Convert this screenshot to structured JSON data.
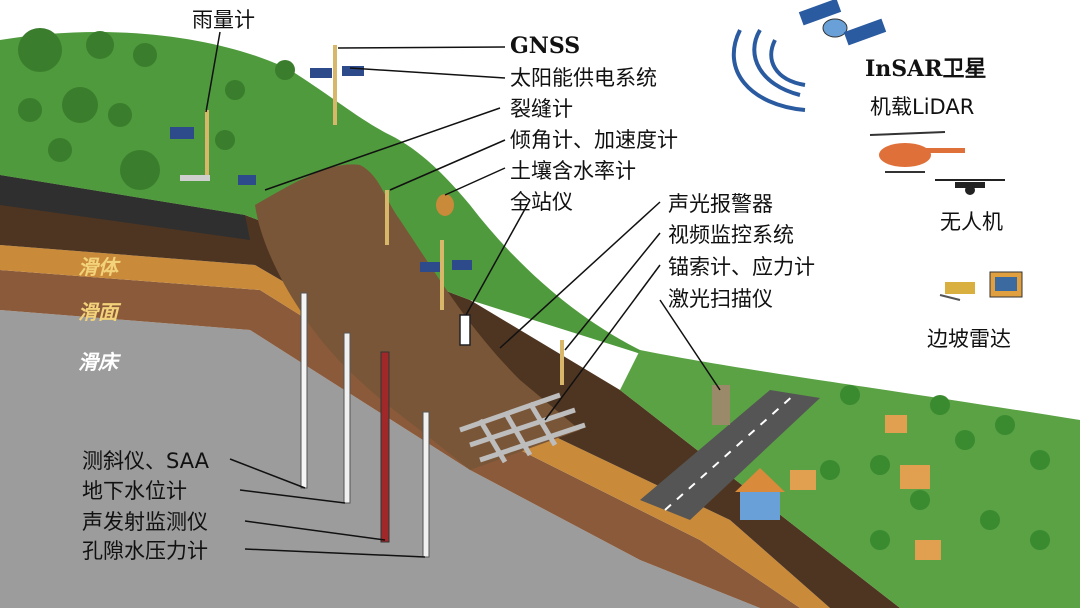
{
  "labels": {
    "rain_gauge": "雨量计",
    "gnss": "GNSS",
    "solar_power": "太阳能供电系统",
    "crack_meter": "裂缝计",
    "inclinometer_accel": "倾角计、加速度计",
    "soil_moisture": "土壤含水率计",
    "total_station": "全站仪",
    "insar": "InSAR卫星",
    "lidar": "机载LiDAR",
    "drone": "无人机",
    "slope_radar": "边坡雷达",
    "alarm": "声光报警器",
    "video": "视频监控系统",
    "anchor": "锚索计、应力计",
    "laser_scanner": "激光扫描仪",
    "deep_inclinometer": "测斜仪、SAA",
    "groundwater": "地下水位计",
    "acoustic": "声发射监测仪",
    "pore_pressure": "孔隙水压力计"
  },
  "layers": {
    "sliding_body": "滑体",
    "sliding_surface": "滑面",
    "sliding_bed": "滑床"
  },
  "colors": {
    "grass": "#4f9a3c",
    "grass_dark": "#3a7d2c",
    "soil": "#6b4a2b",
    "slide": "#7a5638",
    "rock": "#9a9a9a",
    "layer_orange": "#c98a3a",
    "layer_brown": "#8a5a3a",
    "road": "#555555"
  }
}
